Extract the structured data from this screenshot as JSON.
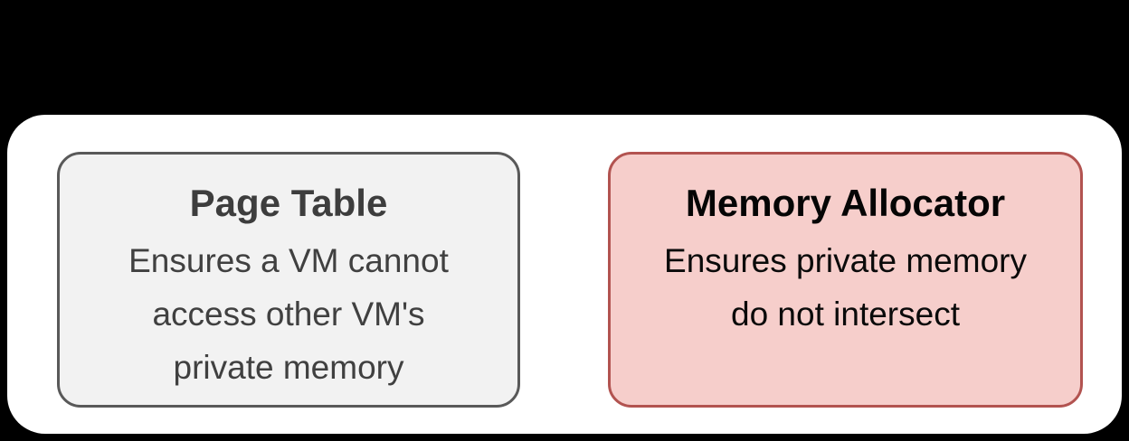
{
  "panel": {
    "background": "#ffffff",
    "page_background": "#000000"
  },
  "boxes": [
    {
      "title": "Page Table",
      "lines": [
        "Ensures a VM cannot",
        "access other VM's",
        "private memory"
      ],
      "fill_color": "#f2f2f2",
      "border_color": "#595959",
      "title_color": "#3d3d3d",
      "text_color": "#404040"
    },
    {
      "title": "Memory Allocator",
      "lines": [
        "Ensures private memory",
        "do not intersect"
      ],
      "fill_color": "#f6cecb",
      "border_color": "#b25350",
      "title_color": "#050505",
      "text_color": "#0a0a0a"
    }
  ]
}
